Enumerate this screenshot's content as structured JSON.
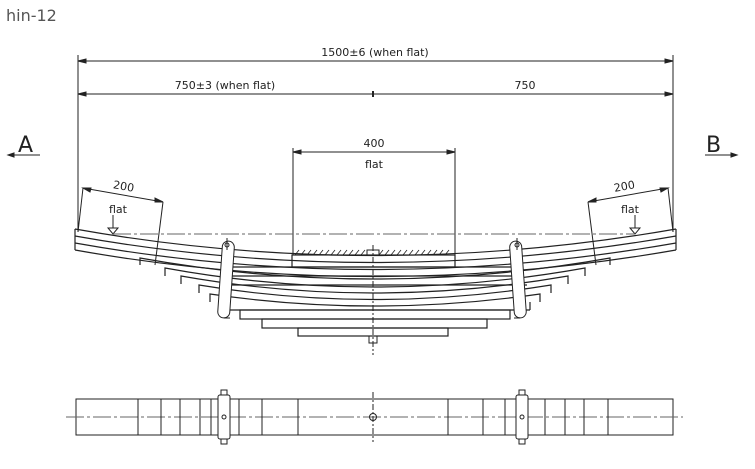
{
  "page": {
    "title": "hin-12"
  },
  "drawing": {
    "overall_length": "1500±6 (when flat)",
    "left_half": "750±3 (when flat)",
    "right_half": "750",
    "center_flat_length": "400",
    "center_flat_label": "flat",
    "left_eye_flat_length": "200",
    "left_eye_flat_label": "flat",
    "right_eye_flat_length": "200",
    "right_eye_flat_label": "flat",
    "view_left": "A",
    "view_right": "B",
    "leaf_count": 10
  }
}
